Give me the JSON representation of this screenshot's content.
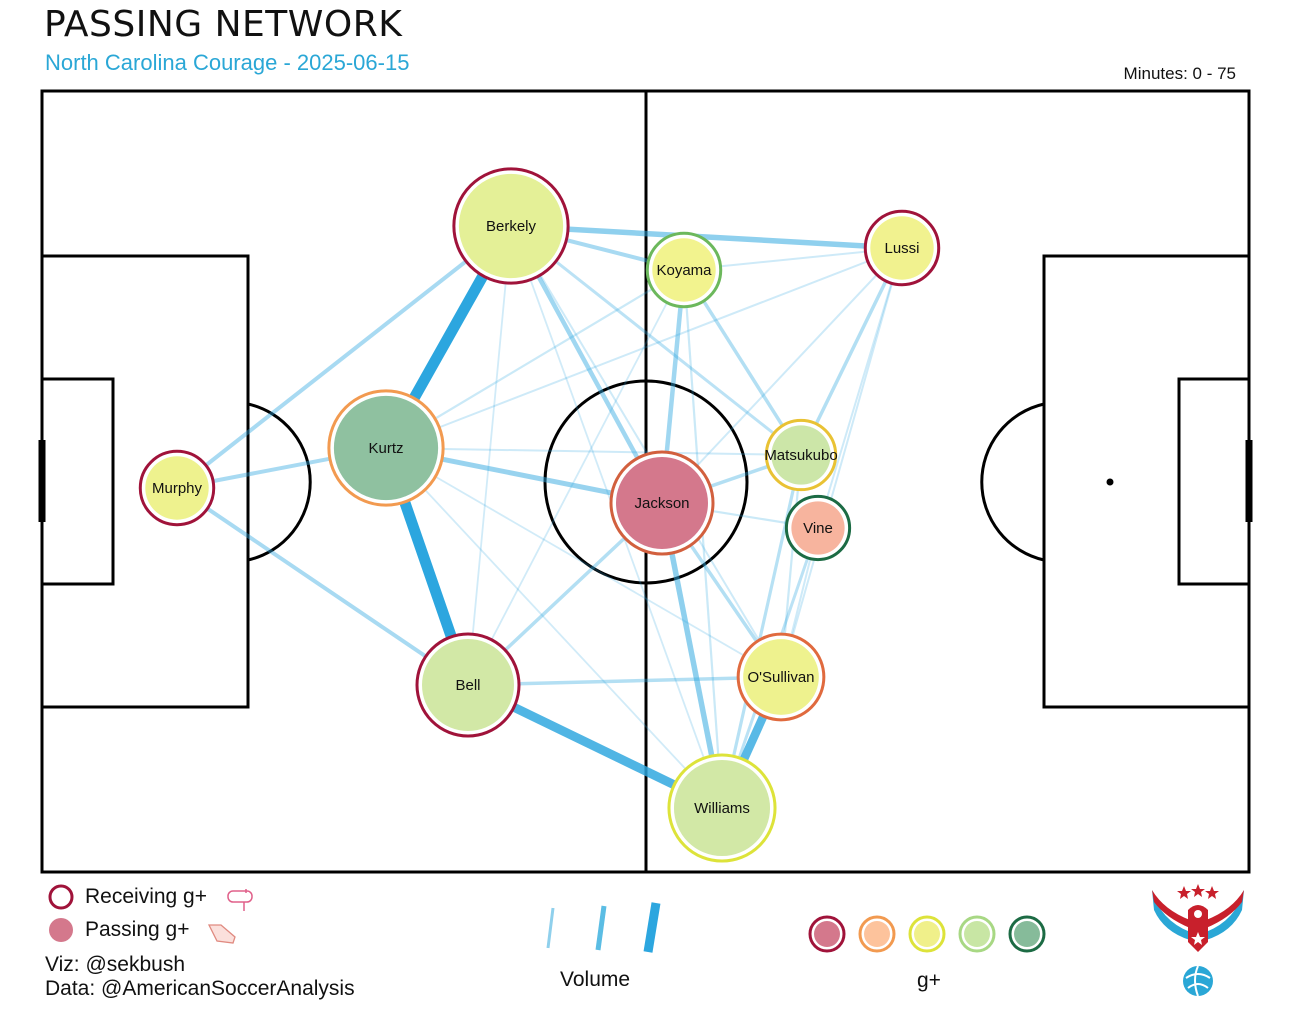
{
  "header": {
    "title": "PASSING NETWORK",
    "subtitle": "North Carolina Courage - 2025-06-15",
    "minutes": "Minutes: 0 - 75"
  },
  "legend": {
    "receiving": "Receiving g+",
    "passing": "Passing g+",
    "volume": "Volume",
    "gplus": "g+",
    "gplus_scale_colors": [
      "#d4788c",
      "#fdc39c",
      "#f0f08a",
      "#c8e6a4",
      "#86bb9a"
    ],
    "gplus_scale_strokes": [
      "#a0133a",
      "#f29a50",
      "#dde33a",
      "#a8d884",
      "#1c6b44"
    ],
    "receiving_icon": "mailbox-icon",
    "passing_icon": "cleat-icon"
  },
  "credits": {
    "viz": "Viz: @sekbush",
    "data": "Data: @AmericanSoccerAnalysis"
  },
  "logo": "eagle-soccer-logo",
  "chart_data": {
    "type": "network",
    "players": [
      {
        "name": "Murphy",
        "fill": "#eef28e",
        "stroke": "#a0133a",
        "size": 0.36
      },
      {
        "name": "Kurtz",
        "fill": "#8fc1a0",
        "stroke": "#f29a50",
        "size": 0.56
      },
      {
        "name": "Berkely",
        "fill": "#e4f097",
        "stroke": "#a0133a",
        "size": 0.56
      },
      {
        "name": "Bell",
        "fill": "#d2e8a6",
        "stroke": "#a0133a",
        "size": 0.5
      },
      {
        "name": "Jackson",
        "fill": "#d4788c",
        "stroke": "#d2603e",
        "size": 0.5
      },
      {
        "name": "Koyama",
        "fill": "#f2f38e",
        "stroke": "#6cb85c",
        "size": 0.36
      },
      {
        "name": "Lussi",
        "fill": "#f1f28f",
        "stroke": "#a0133a",
        "size": 0.36
      },
      {
        "name": "Matsukubo",
        "fill": "#cce6a8",
        "stroke": "#e9c234",
        "size": 0.34
      },
      {
        "name": "Vine",
        "fill": "#f7b49e",
        "stroke": "#1c6b44",
        "size": 0.31
      },
      {
        "name": "O'Sullivan",
        "fill": "#eef28e",
        "stroke": "#e06a3e",
        "size": 0.42
      },
      {
        "name": "Williams",
        "fill": "#d2e8a6",
        "stroke": "#dde33a",
        "size": 0.52
      }
    ],
    "links": [
      {
        "a": "Kurtz",
        "b": "Berkely",
        "volume": 1.0
      },
      {
        "a": "Kurtz",
        "b": "Bell",
        "volume": 1.0
      },
      {
        "a": "Bell",
        "b": "Williams",
        "volume": 0.8
      },
      {
        "a": "O'Sullivan",
        "b": "Williams",
        "volume": 0.75
      },
      {
        "a": "Kurtz",
        "b": "Jackson",
        "volume": 0.4
      },
      {
        "a": "Jackson",
        "b": "Williams",
        "volume": 0.45
      },
      {
        "a": "Berkely",
        "b": "Lussi",
        "volume": 0.45
      },
      {
        "a": "Murphy",
        "b": "Kurtz",
        "volume": 0.3
      },
      {
        "a": "Murphy",
        "b": "Berkely",
        "volume": 0.3
      },
      {
        "a": "Murphy",
        "b": "Bell",
        "volume": 0.3
      },
      {
        "a": "Berkely",
        "b": "Jackson",
        "volume": 0.35
      },
      {
        "a": "Berkely",
        "b": "Koyama",
        "volume": 0.3
      },
      {
        "a": "Koyama",
        "b": "Jackson",
        "volume": 0.35
      },
      {
        "a": "Bell",
        "b": "Jackson",
        "volume": 0.25
      },
      {
        "a": "Bell",
        "b": "O'Sullivan",
        "volume": 0.25
      },
      {
        "a": "Jackson",
        "b": "Matsukubo",
        "volume": 0.25
      },
      {
        "a": "Lussi",
        "b": "Matsukubo",
        "volume": 0.25
      },
      {
        "a": "Koyama",
        "b": "Matsukubo",
        "volume": 0.25
      },
      {
        "a": "Berkely",
        "b": "Matsukubo",
        "volume": 0.2
      },
      {
        "a": "Matsukubo",
        "b": "Williams",
        "volume": 0.22
      },
      {
        "a": "Vine",
        "b": "Williams",
        "volume": 0.2
      },
      {
        "a": "Jackson",
        "b": "O'Sullivan",
        "volume": 0.25
      },
      {
        "a": "Kurtz",
        "b": "Koyama",
        "volume": 0.12
      },
      {
        "a": "Kurtz",
        "b": "Lussi",
        "volume": 0.1
      },
      {
        "a": "Kurtz",
        "b": "Matsukubo",
        "volume": 0.1
      },
      {
        "a": "Kurtz",
        "b": "Williams",
        "volume": 0.08
      },
      {
        "a": "Kurtz",
        "b": "O'Sullivan",
        "volume": 0.08
      },
      {
        "a": "Berkely",
        "b": "Bell",
        "volume": 0.08
      },
      {
        "a": "Berkely",
        "b": "O'Sullivan",
        "volume": 0.1
      },
      {
        "a": "Berkely",
        "b": "Williams",
        "volume": 0.08
      },
      {
        "a": "Koyama",
        "b": "Lussi",
        "volume": 0.1
      },
      {
        "a": "Koyama",
        "b": "Williams",
        "volume": 0.12
      },
      {
        "a": "Lussi",
        "b": "Jackson",
        "volume": 0.1
      },
      {
        "a": "Lussi",
        "b": "O'Sullivan",
        "volume": 0.1
      },
      {
        "a": "Lussi",
        "b": "Vine",
        "volume": 0.1
      },
      {
        "a": "Matsukubo",
        "b": "O'Sullivan",
        "volume": 0.12
      },
      {
        "a": "Vine",
        "b": "O'Sullivan",
        "volume": 0.1
      },
      {
        "a": "Bell",
        "b": "Koyama",
        "volume": 0.08
      },
      {
        "a": "Jackson",
        "b": "Vine",
        "volume": 0.12
      }
    ]
  }
}
